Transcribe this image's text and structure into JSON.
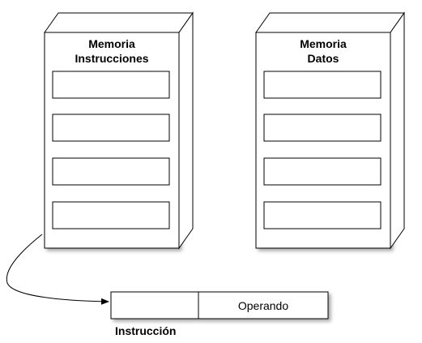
{
  "instruction_memory": {
    "title_line1": "Memoria",
    "title_line2": "Instrucciones",
    "slot_count": 4
  },
  "data_memory": {
    "title_line1": "Memoria",
    "title_line2": "Datos",
    "slot_count": 4
  },
  "instruction_format": {
    "field_operando": "Operando",
    "caption": "Instrucción"
  }
}
